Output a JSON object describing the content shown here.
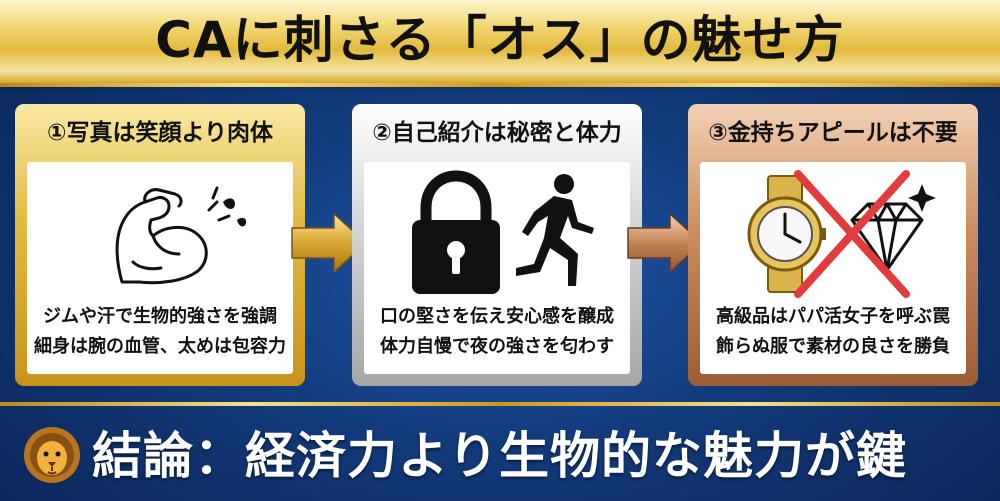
{
  "title": "CAに刺さる「オス」の魅せ方",
  "cards": [
    {
      "heading": "①写真は笑顔より肉体",
      "lines": [
        "ジムや汗で生物的強さを強調",
        "細身は腕の血管、太めは包容力"
      ],
      "icons": [
        "flexed-arm-icon"
      ]
    },
    {
      "heading": "②自己紹介は秘密と体力",
      "lines": [
        "口の堅さを伝え安心感を醸成",
        "体力自慢で夜の強さを匂わす"
      ],
      "icons": [
        "padlock-icon",
        "runner-icon"
      ]
    },
    {
      "heading": "③金持ちアピールは不要",
      "lines": [
        "高級品はパパ活女子を呼ぶ罠",
        "飾らぬ服で素材の良さを勝負"
      ],
      "icons": [
        "wristwatch-icon",
        "diamond-icon",
        "cross-mark-icon"
      ]
    }
  ],
  "conclusion": "結論：経済力より生物的な魅力が鍵",
  "colors": {
    "gold": "#e2b93c",
    "silver": "#c8c8c8",
    "bronze": "#c98d5e",
    "navy": "#123a7a",
    "red": "#e23b3b"
  }
}
